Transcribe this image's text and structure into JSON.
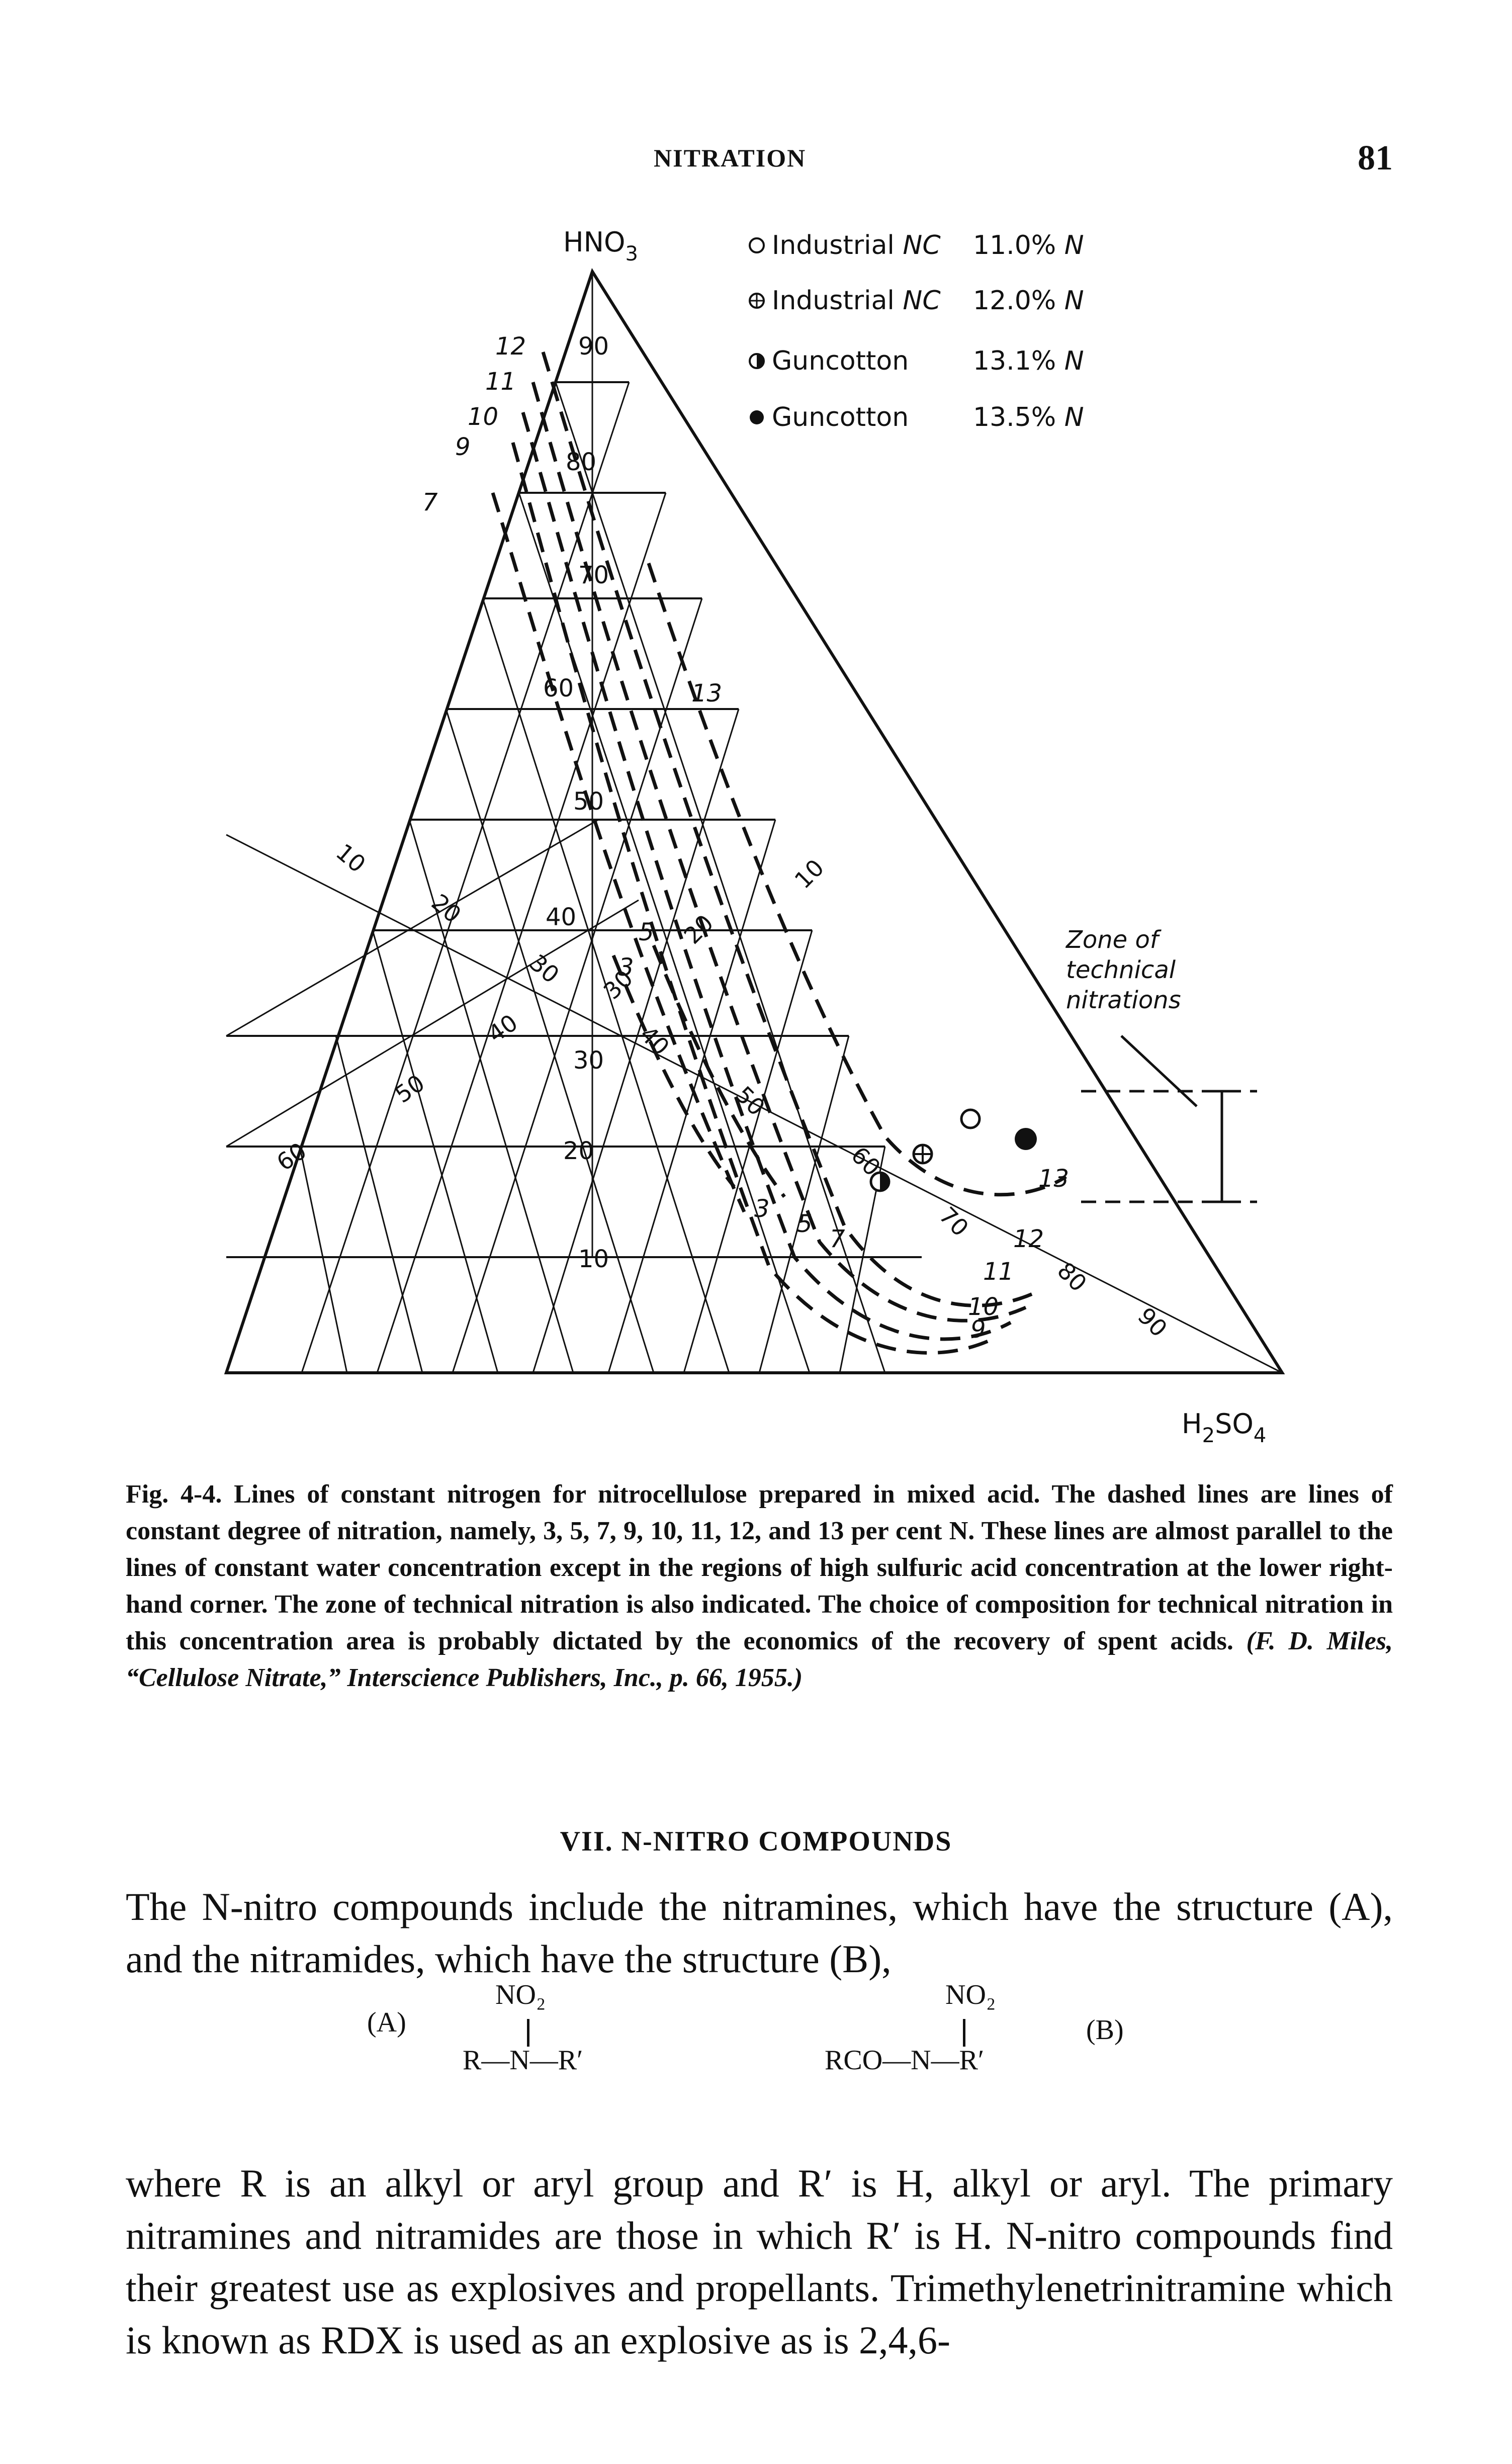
{
  "header": {
    "running_title": "NITRATION",
    "page_number": "81"
  },
  "figure": {
    "apex_top": "HNO",
    "apex_top_sub": "3",
    "apex_bottom_right": "H",
    "apex_bottom_right_sub1": "2",
    "apex_bottom_right_mid": "SO",
    "apex_bottom_right_sub2": "4",
    "legend": [
      {
        "marker": "open-circle",
        "name": "Industrial",
        "abbr": "NC",
        "value": "11.0%",
        "unit": "N"
      },
      {
        "marker": "crossed-circle",
        "name": "Industrial",
        "abbr": "NC",
        "value": "12.0%",
        "unit": "N"
      },
      {
        "marker": "half-filled-circle",
        "name": "Guncotton",
        "abbr": "",
        "value": "13.1%",
        "unit": "N"
      },
      {
        "marker": "filled-circle",
        "name": "Guncotton",
        "abbr": "",
        "value": "13.5%",
        "unit": "N"
      }
    ],
    "hno3_ticks": [
      "90",
      "80",
      "70",
      "60",
      "50",
      "40",
      "30",
      "20",
      "10"
    ],
    "h2so4_ticks": [
      "10",
      "20",
      "30",
      "40",
      "50",
      "60",
      "70",
      "80",
      "90"
    ],
    "water_ticks": [
      "10",
      "20",
      "30",
      "40",
      "50",
      "60"
    ],
    "nitrogen_curve_labels": [
      "12",
      "11",
      "10",
      "9",
      "7",
      "13",
      "3",
      "5",
      "7",
      "3",
      "5",
      "12",
      "11",
      "10",
      "9",
      "13"
    ],
    "zone_label": [
      "Zone of",
      "technical",
      "nitrations"
    ]
  },
  "caption": {
    "fig_label": "Fig. 4-4.",
    "text": "Lines of constant nitrogen for nitrocellulose prepared in mixed acid. The dashed lines are lines of constant degree of nitration, namely, 3, 5, 7, 9, 10, 11, 12, and 13 per cent N. These lines are almost parallel to the lines of constant water concentration except in the regions of high sulfuric acid concentration at the lower right-hand corner. The zone of technical nitration is also indicated. The choice of composition for technical nitration in this concentration area is probably dictated by the economics of the recovery of spent acids.",
    "citation": "(F. D. Miles, “Cellulose Nitrate,” Interscience Publishers, Inc., p. 66, 1955.)"
  },
  "section_heading": "VII. N-NITRO COMPOUNDS",
  "paragraph1": "The N-nitro compounds include the nitramines, which have the structure (A), and the nitramides, which have the structure (B),",
  "structures": {
    "a_label": "(A)",
    "a_top": "NO₂",
    "a_bottom": "R—N—R′",
    "b_label": "(B)",
    "b_top": "NO₂",
    "b_bottom": "RCO—N—R′"
  },
  "paragraph2": "where R is an alkyl or aryl group and R′ is H, alkyl or aryl. The primary nitramines and nitramides are those in which R′ is H. N-nitro compounds find their greatest use as explosives and propellants. Trimethylenetrinitramine which is known as RDX is used as an explosive as is 2,4,6-"
}
